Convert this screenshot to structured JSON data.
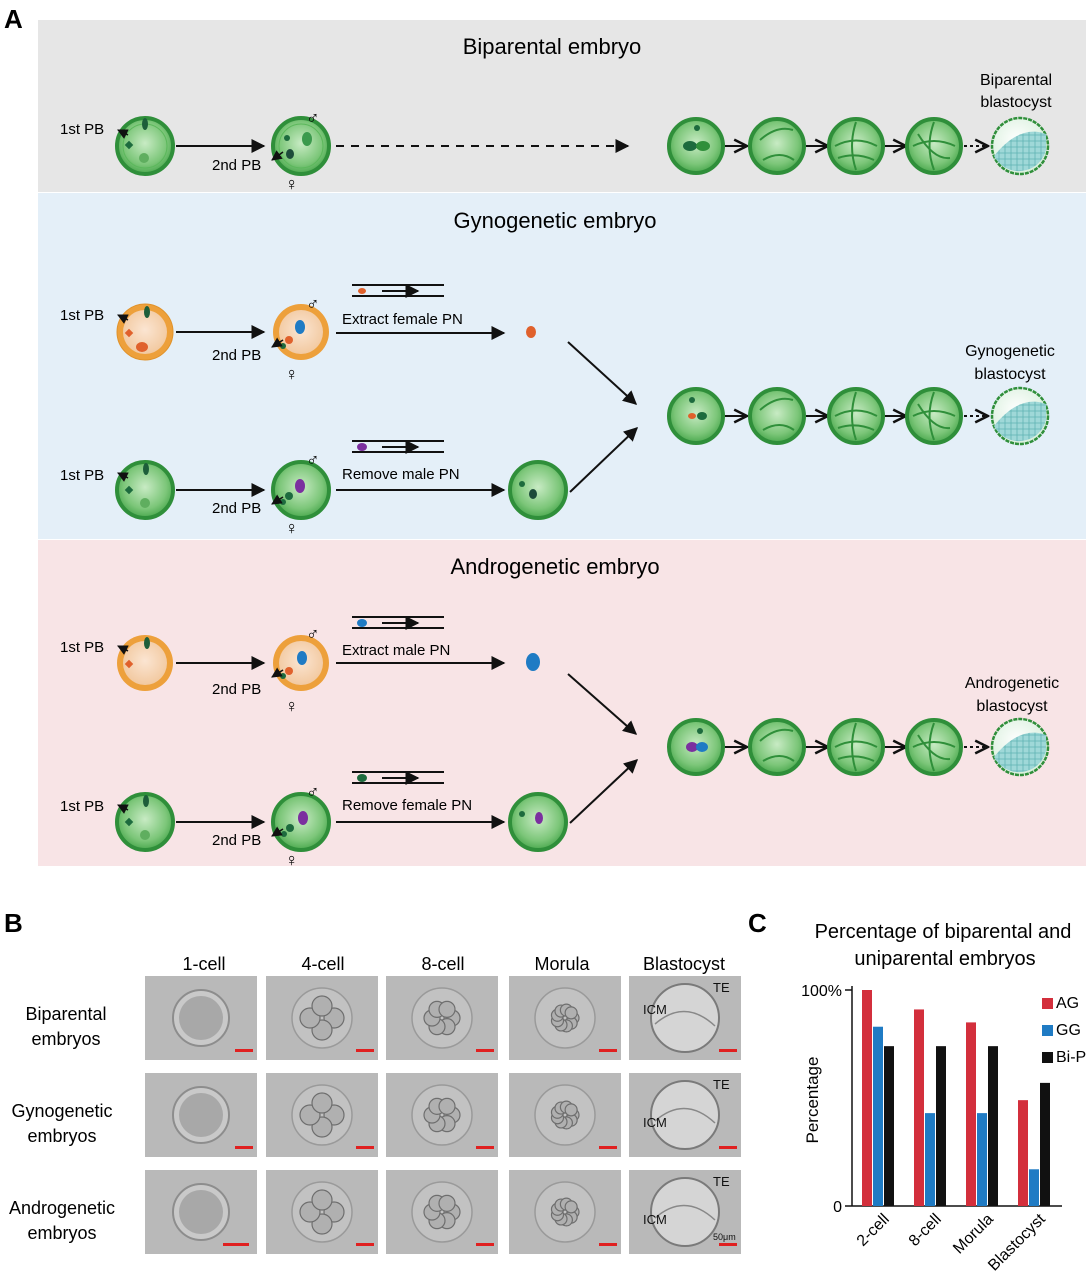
{
  "panel_letters": {
    "a": "A",
    "b": "B",
    "c": "C"
  },
  "sections": {
    "biparental": {
      "title": "Biparental embryo",
      "end_label": [
        "Biparental",
        "blastocyst"
      ]
    },
    "gynogenetic": {
      "title": "Gynogenetic embryo",
      "end_label": [
        "Gynogenetic",
        "blastocyst"
      ]
    },
    "androgenetic": {
      "title": "Androgenetic embryo",
      "end_label": [
        "Androgenetic",
        "blastocyst"
      ]
    }
  },
  "labels": {
    "first_pb": "1st PB",
    "second_pb": "2nd PB",
    "male": "♂",
    "female": "♀"
  },
  "operations": {
    "extract_female": "Extract female PN",
    "remove_male": "Remove male PN",
    "extract_male": "Extract male PN",
    "remove_female": "Remove female PN"
  },
  "panel_b": {
    "columns": [
      "1-cell",
      "4-cell",
      "8-cell",
      "Morula",
      "Blastocyst"
    ],
    "rows": [
      {
        "label": [
          "Biparental",
          "embryos"
        ]
      },
      {
        "label": [
          "Gynogenetic",
          "embryos"
        ]
      },
      {
        "label": [
          "Androgenetic",
          "embryos"
        ]
      }
    ],
    "annotations": {
      "te": "TE",
      "icm": "ICM",
      "scale": "50μm"
    }
  },
  "chart_data": {
    "type": "bar",
    "title": [
      "Percentage of biparental and",
      "uniparental embryos"
    ],
    "ylabel": "Percentage",
    "ytick_labels": [
      "0",
      "100%"
    ],
    "ylim": [
      0,
      100
    ],
    "categories": [
      "2-cell",
      "8-cell",
      "Morula",
      "Blastocyst"
    ],
    "series": [
      {
        "name": "AG",
        "color": "#d32f3c",
        "values": [
          100,
          91,
          85,
          49
        ]
      },
      {
        "name": "GG",
        "color": "#1f7bc4",
        "values": [
          83,
          43,
          43,
          17
        ]
      },
      {
        "name": "Bi-P",
        "color": "#111111",
        "values": [
          74,
          74,
          74,
          57
        ]
      }
    ],
    "legend": "top-right",
    "grid": false
  },
  "colors": {
    "bg_biparental": "#e6e6e6",
    "bg_gynogenetic": "#e4eff8",
    "bg_androgenetic": "#f8e4e6",
    "cell_green": "#3aa645",
    "cell_orange": "#eda03b",
    "pn_orange": "#e0612c",
    "pn_blue": "#1f7bc4",
    "pn_purple": "#7b2f9f",
    "pn_darkgreen": "#1d6b3e"
  }
}
